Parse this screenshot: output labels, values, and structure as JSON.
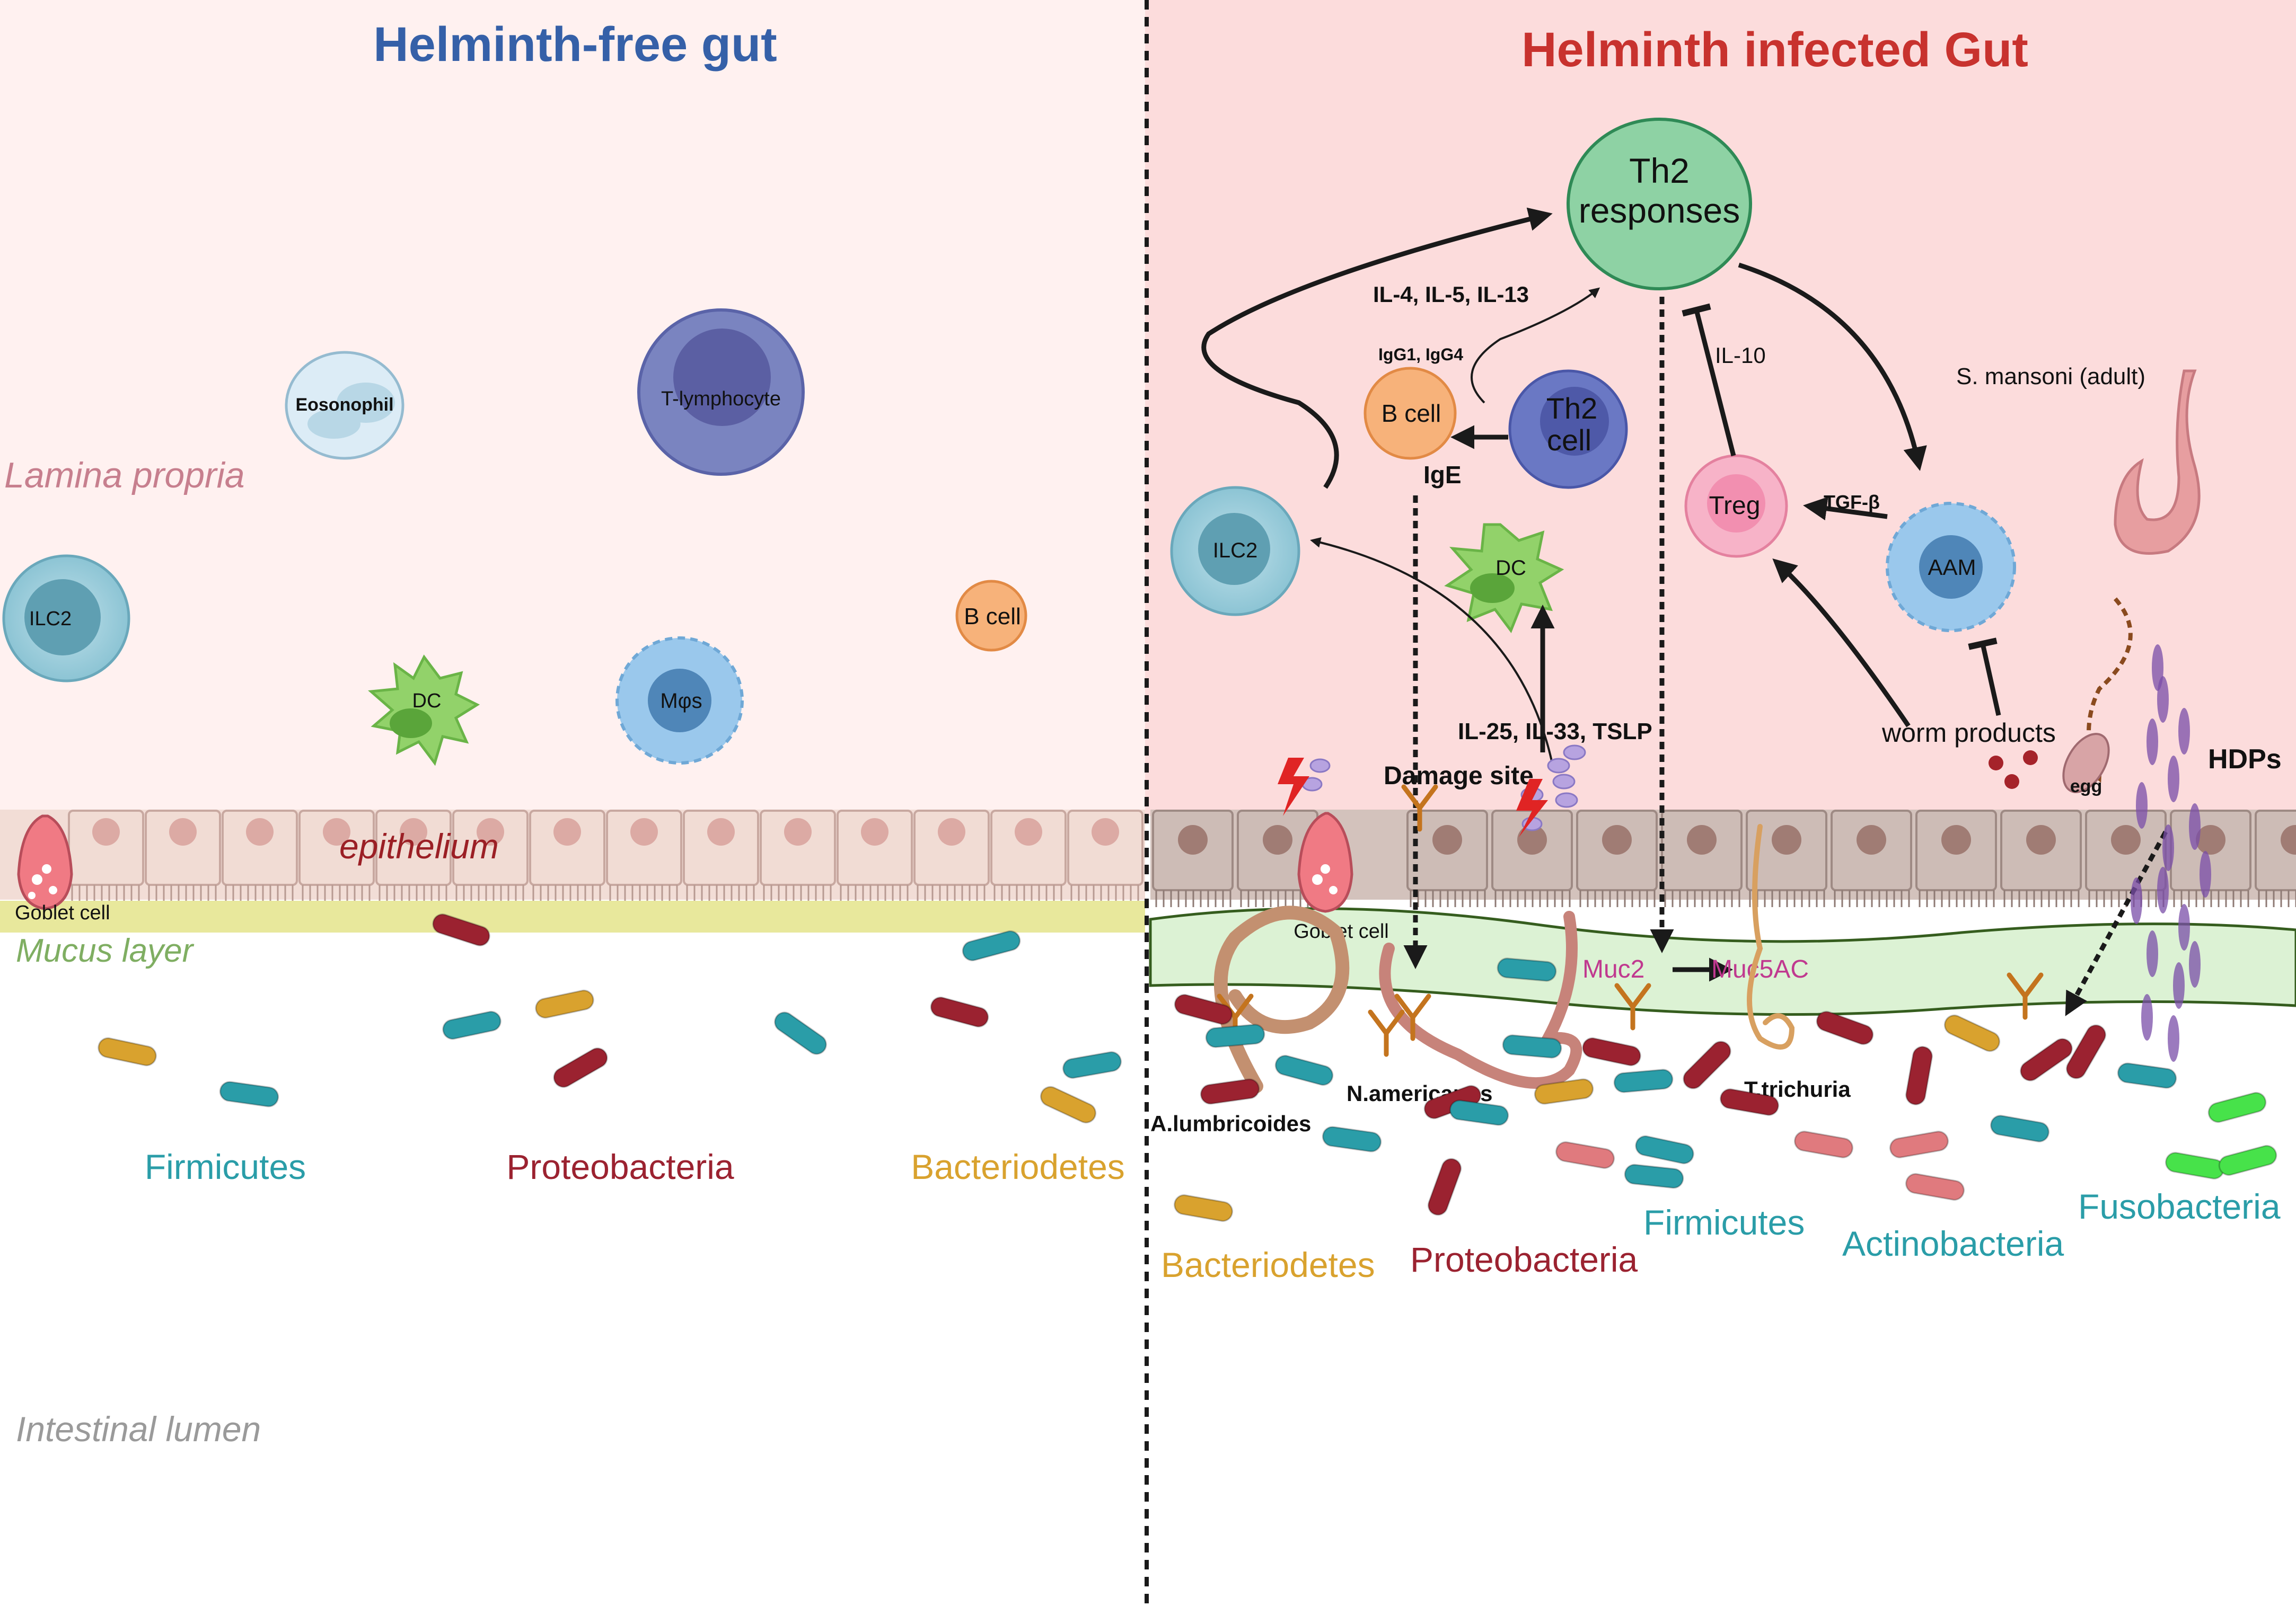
{
  "titles": {
    "left": "Helminth-free gut",
    "right": "Helminth infected Gut"
  },
  "regions": {
    "lamina_propria": "Lamina propria",
    "epithelium": "epithelium",
    "mucus_layer": "Mucus layer",
    "intestinal_lumen": "Intestinal lumen"
  },
  "left_cells": {
    "eosinophil": "Eosonophil",
    "t_lymphocyte": "T-lymphocyte",
    "ilc2": "ILC2",
    "dc": "DC",
    "macrophage": "Mφs",
    "b_cell": "B cell",
    "goblet_cell": "Goblet cell"
  },
  "left_bacteria": {
    "firmicutes": "Firmicutes",
    "proteobacteria": "Proteobacteria",
    "bacteriodetes": "Bacteriodetes"
  },
  "right_cells": {
    "th2_line1": "Th2",
    "th2_line2": "responses",
    "th2cell_line1": "Th2",
    "th2cell_line2": "cell",
    "b_cell": "B cell",
    "ilc2": "ILC2",
    "dc": "DC",
    "treg": "Treg",
    "aam": "AAM",
    "goblet_cell": "Goblet cell",
    "egg": "egg"
  },
  "right_labels": {
    "il4513": "IL-4, IL-5, IL-13",
    "igg": "IgG1, IgG4",
    "ige": "IgE",
    "il10": "IL-10",
    "tgfb": "TGF-β",
    "il2533": "IL-25, IL-33, TSLP",
    "damage": "Damage site",
    "worm_products": "worm products",
    "s_mansoni": "S. mansoni (adult)",
    "hdps": "HDPs",
    "muc2": "Muc2",
    "muc5ac": "Muc5AC"
  },
  "worms": {
    "a_lumbricoides": "A.lumbricoides",
    "n_americanus": "N.americanus",
    "t_trichuria": "T.trichuria"
  },
  "right_bacteria": {
    "bacteriodetes": "Bacteriodetes",
    "proteobacteria": "Proteobacteria",
    "firmicutes": "Firmicutes",
    "actinobacteria": "Actinobacteria",
    "fusobacteria": "Fusobacteria"
  },
  "colors": {
    "left_title": "#3560a8",
    "right_title": "#c8322e",
    "left_bg": "#fff1f0",
    "right_bg": "#fcdcdc",
    "firmicutes": "#2a9da8",
    "proteobacteria": "#9b2230",
    "bacteriodetes": "#d9a22e",
    "actinobacteria": "#e07a7e",
    "fusobacteria": "#47e24a",
    "th2": "#8ed2a4",
    "muc": "#c0398f"
  }
}
